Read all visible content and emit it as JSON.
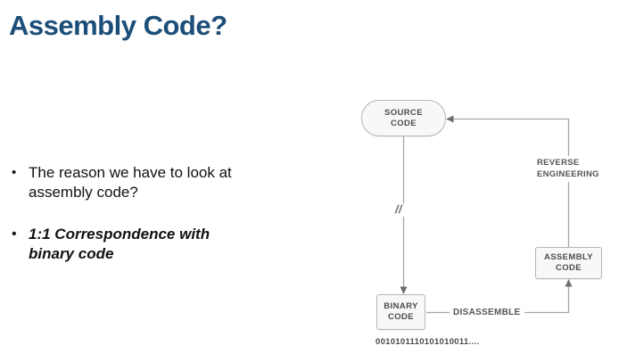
{
  "slide": {
    "title": "Assembly Code?",
    "bullets": [
      {
        "marker": "•",
        "text": "The reason we have to look at assembly code?"
      },
      {
        "marker": "•",
        "text": "1:1 Correspondence with binary code"
      }
    ]
  },
  "diagram": {
    "nodes": {
      "source": {
        "label": "SOURCE\nCODE"
      },
      "assembly": {
        "label": "ASSEMBLY\nCODE"
      },
      "binary": {
        "label": "BINARY\nCODE"
      }
    },
    "edge_labels": {
      "reverse_engineering": "REVERSE\nENGINEERING",
      "disassemble": "DISASSEMBLE",
      "break_marks": "//",
      "binary_string": "0010101110101010011...."
    },
    "colors": {
      "line": "#a6a6a6",
      "arrow": "#6e6e6e",
      "node_border": "#b6b6b6",
      "node_fill": "#f8f8f8",
      "node_text": "#4c4c4c"
    }
  },
  "colors": {
    "title": "#1b4e79",
    "body_text": "#111111",
    "background": "#ffffff"
  }
}
